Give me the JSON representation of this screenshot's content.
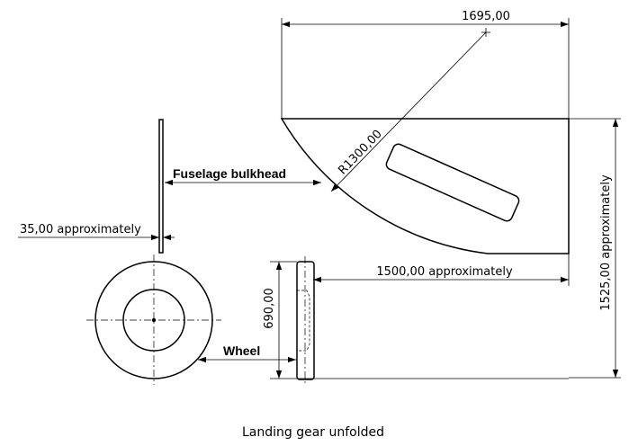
{
  "dimensions": {
    "top_width": "1695,00",
    "radius": "R1300,00",
    "right_height": "1525,00 approximately",
    "mid_width": "1500,00 approximately",
    "wheel_diameter": "690,00",
    "bulkhead_thickness": "35,00 approximately"
  },
  "labels": {
    "bulkhead": "Fuselage bulkhead",
    "wheel": "Wheel"
  },
  "caption": "Landing gear unfolded"
}
